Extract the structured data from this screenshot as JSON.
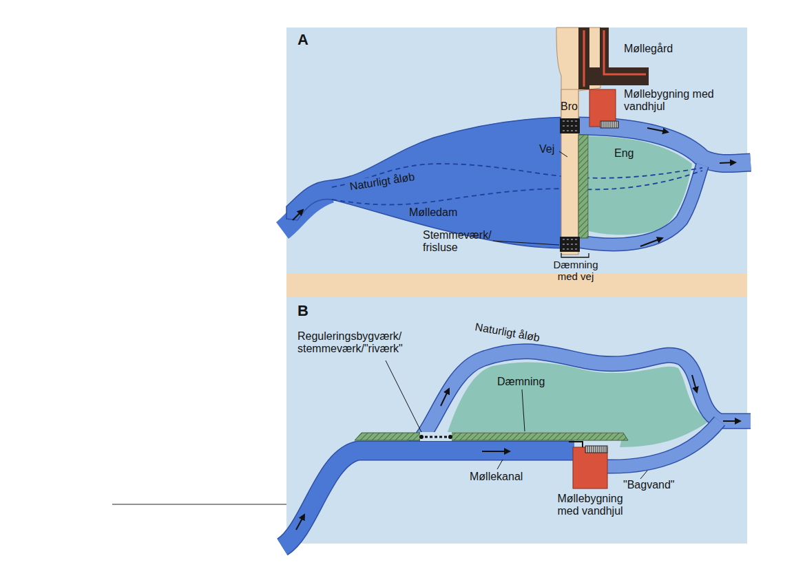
{
  "diagram": {
    "labels": [
      "A",
      "Møllegård",
      "Bro",
      "Møllebygning med vandhjul",
      "Vej",
      "Eng",
      "Naturligt åløb",
      "Mølledam",
      "Stemmeværk/ frisluse",
      "Dæmning med vej",
      "B",
      "Reguleringsbygværk/ stemmeværk/\"riværk\"",
      "Naturligt åløb",
      "Dæmning",
      "Møllekanal",
      "\"Bagvand\"",
      "Møllebygning med vandhjul"
    ]
  }
}
